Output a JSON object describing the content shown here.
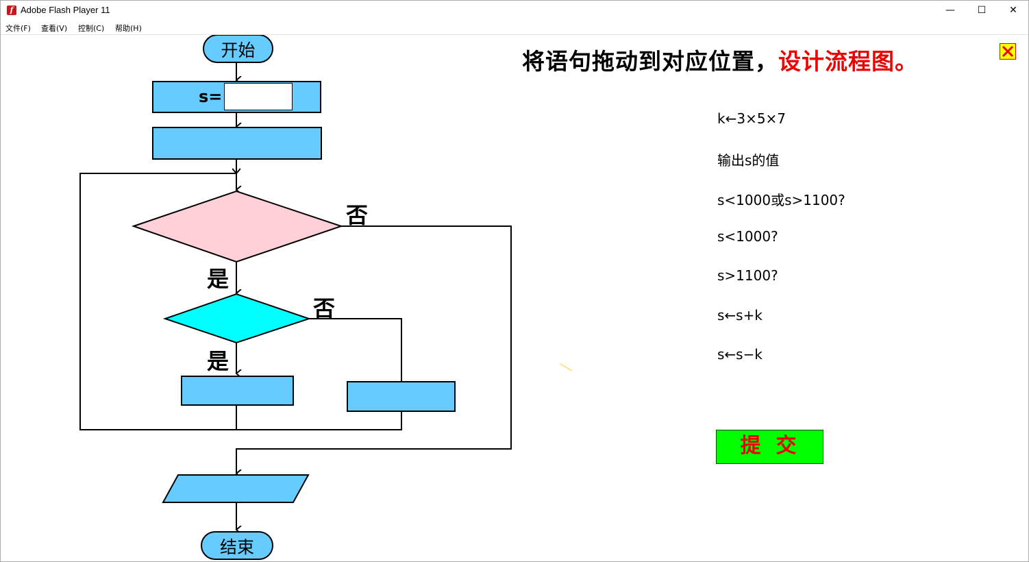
{
  "window": {
    "title": "Adobe Flash Player 11",
    "app_icon": "flash-icon",
    "minimize": "—",
    "maximize": "☐",
    "close": "✕"
  },
  "menu": [
    {
      "label": "文件(F)"
    },
    {
      "label": "查看(V)"
    },
    {
      "label": "控制(C)"
    },
    {
      "label": "帮助(H)"
    }
  ],
  "heading": {
    "black": "将语句拖动到对应位置，",
    "red": "设计流程图。"
  },
  "flowchart": {
    "start": "开始",
    "end": "结束",
    "assign_prefix": "s=",
    "assign_value": "",
    "yes": "是",
    "no": "否"
  },
  "statements": [
    "k←3×5×7",
    "输出s的值",
    "s<1000或s>1100?",
    "s<1000?",
    "s>1100?",
    "s←s+k",
    "s←s−k"
  ],
  "submit_label": "提交",
  "colors": {
    "box": "#66ccff",
    "diamond1": "#ffd0d8",
    "diamond2": "#00ffff",
    "submit_bg": "#00ff00",
    "accent_red": "#ee0000"
  }
}
